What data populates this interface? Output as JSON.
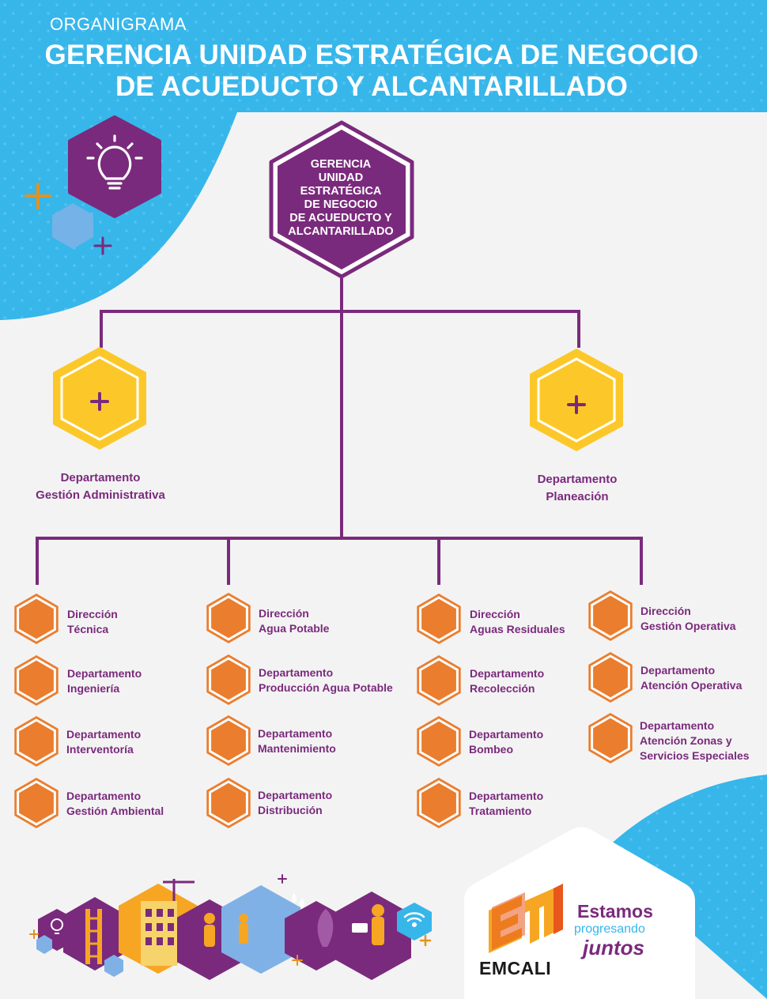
{
  "header": {
    "subtitle": "ORGANIGRAMA",
    "title_line1": "GERENCIA UNIDAD ESTRATÉGICA DE NEGOCIO",
    "title_line2": "DE ACUEDUCTO Y ALCANTARILLADO"
  },
  "top_node": {
    "lines": [
      "GERENCIA",
      "UNIDAD",
      "ESTRATÉGICA",
      "DE NEGOCIO",
      "DE ACUEDUCTO Y",
      "ALCANTARILLADO"
    ]
  },
  "departments": [
    {
      "line1": "Departamento",
      "line2": "Gestión Administrativa"
    },
    {
      "line1": "Departamento",
      "line2": "Planeación"
    }
  ],
  "columns": [
    {
      "items": [
        {
          "line1": "Dirección",
          "line2": "Técnica"
        },
        {
          "line1": "Departamento",
          "line2": "Ingeniería"
        },
        {
          "line1": "Departamento",
          "line2": "Interventoría"
        },
        {
          "line1": "Departamento",
          "line2": "Gestión Ambiental"
        }
      ]
    },
    {
      "items": [
        {
          "line1": "Dirección",
          "line2": "Agua Potable"
        },
        {
          "line1": "Departamento",
          "line2": "Producción Agua Potable"
        },
        {
          "line1": "Departamento",
          "line2": "Mantenimiento"
        },
        {
          "line1": "Departamento",
          "line2": "Distribución"
        }
      ]
    },
    {
      "items": [
        {
          "line1": "Dirección",
          "line2": "Aguas Residuales"
        },
        {
          "line1": "Departamento",
          "line2": "Recolección"
        },
        {
          "line1": "Departamento",
          "line2": "Bombeo"
        },
        {
          "line1": "Departamento",
          "line2": "Tratamiento"
        }
      ]
    },
    {
      "items": [
        {
          "line1": "Dirección",
          "line2": "Gestión Operativa"
        },
        {
          "line1": "Departamento",
          "line2": "Atención Operativa"
        },
        {
          "line1": "Departamento",
          "line2": "Atención Zonas y",
          "line3": "Servicios Especiales"
        }
      ]
    }
  ],
  "branding": {
    "tagline_1": "Estamos",
    "tagline_2": "progresando",
    "tagline_3": "juntos",
    "company": "EMCALI"
  },
  "colors": {
    "sky": "#37b6ea",
    "purple": "#7a2a7c",
    "yellow": "#fcc829",
    "orange": "#ea7d2e",
    "background": "#f3f3f3"
  },
  "icons": [
    "lightbulb-icon",
    "plus-icon",
    "water-drops-icon",
    "wifi-icon"
  ]
}
